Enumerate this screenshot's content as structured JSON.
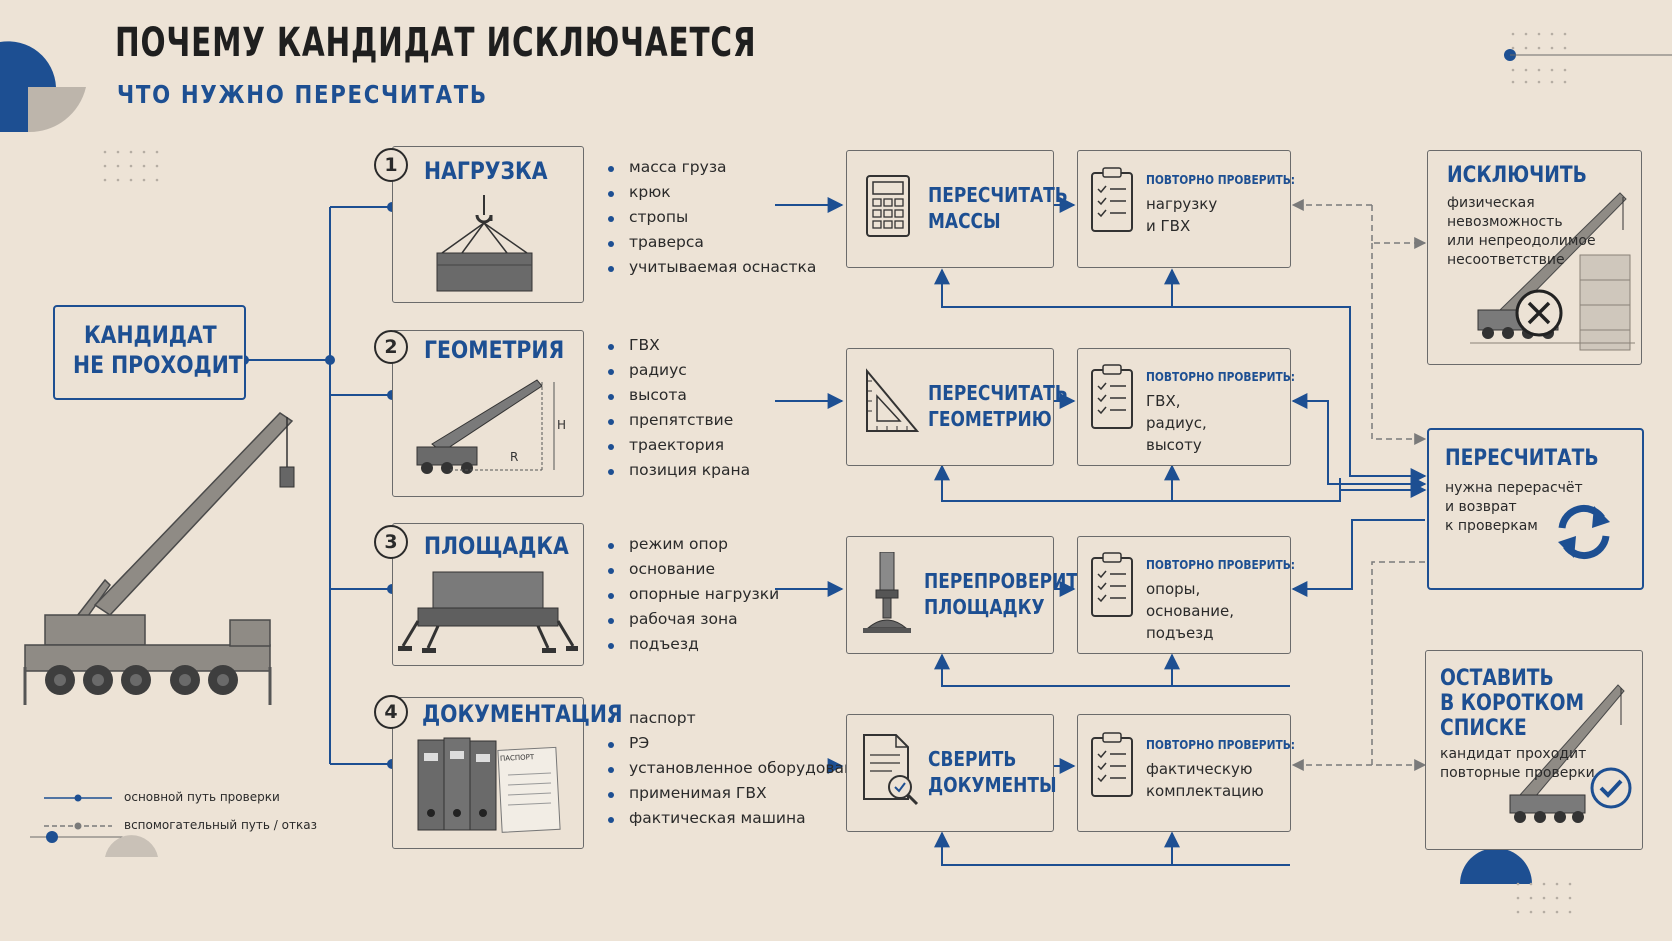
{
  "header": {
    "title": "ПОЧЕМУ КАНДИДАТ ИСКЛЮЧАЕТСЯ",
    "subtitle": "ЧТО НУЖНО ПЕРЕСЧИТАТЬ"
  },
  "start": {
    "label_line1": "КАНДИДАТ",
    "label_line2": "НЕ ПРОХОДИТ"
  },
  "categories": [
    {
      "number": "1",
      "title": "НАГРУЗКА",
      "items": [
        "масса груза",
        "крюк",
        "стропы",
        "траверса",
        "учитываемая оснастка"
      ],
      "action": [
        "ПЕРЕСЧИТАТЬ",
        "МАССЫ"
      ],
      "check_title": "ПОВТОРНО ПРОВЕРИТЬ:",
      "check_text": "нагрузку\nи ГВХ"
    },
    {
      "number": "2",
      "title": "ГЕОМЕТРИЯ",
      "items": [
        "ГВХ",
        "радиус",
        "высота",
        "препятствие",
        "траектория",
        "позиция крана"
      ],
      "action": [
        "ПЕРЕСЧИТАТЬ",
        "ГЕОМЕТРИЮ"
      ],
      "check_title": "ПОВТОРНО ПРОВЕРИТЬ:",
      "check_text": "ГВХ,\nрадиус,\nвысоту"
    },
    {
      "number": "3",
      "title": "ПЛОЩАДКА",
      "items": [
        "режим опор",
        "основание",
        "опорные нагрузки",
        "рабочая зона",
        "подъезд"
      ],
      "action": [
        "ПЕРЕПРОВЕРИТЬ",
        "ПЛОЩАДКУ"
      ],
      "check_title": "ПОВТОРНО ПРОВЕРИТЬ:",
      "check_text": "опоры,\nоснование,\nподъезд"
    },
    {
      "number": "4",
      "title": "ДОКУМЕНТАЦИЯ",
      "items": [
        "паспорт",
        "РЭ",
        "установленное оборудование",
        "применимая ГВХ",
        "фактическая машина"
      ],
      "action": [
        "СВЕРИТЬ",
        "ДОКУМЕНТЫ"
      ],
      "check_title": "ПОВТОРНО ПРОВЕРИТЬ:",
      "check_text": "фактическую\nкомплектацию"
    }
  ],
  "diagram_labels": {
    "height_mark": "H",
    "radius_mark": "R",
    "passport_label": "ПАСПОРТ"
  },
  "outcomes": {
    "exclude": {
      "title": "ИСКЛЮЧИТЬ",
      "text": "физическая\nневозможность\nили непреодолимое\nнесоответствие"
    },
    "recalc": {
      "title": "ПЕРЕСЧИТАТЬ",
      "text": "нужна перерасчёт\nи возврат\nк проверкам"
    },
    "keep": {
      "title": "ОСТАВИТЬ\nВ КОРОТКОМ\nСПИСКЕ",
      "text": "кандидат проходит\nповторные проверки"
    }
  },
  "legend": {
    "main": "основной путь проверки",
    "aux": "вспомогательный путь / отказ"
  },
  "colors": {
    "accent": "#1d4f92",
    "background": "#ede3d6",
    "line": "#6b6b6b"
  },
  "icons": [
    "calculator-icon",
    "triangle-ruler-icon",
    "outrigger-icon",
    "document-search-icon",
    "clipboard-icon",
    "refresh-icon",
    "check-circle-icon",
    "cross-circle-icon"
  ]
}
